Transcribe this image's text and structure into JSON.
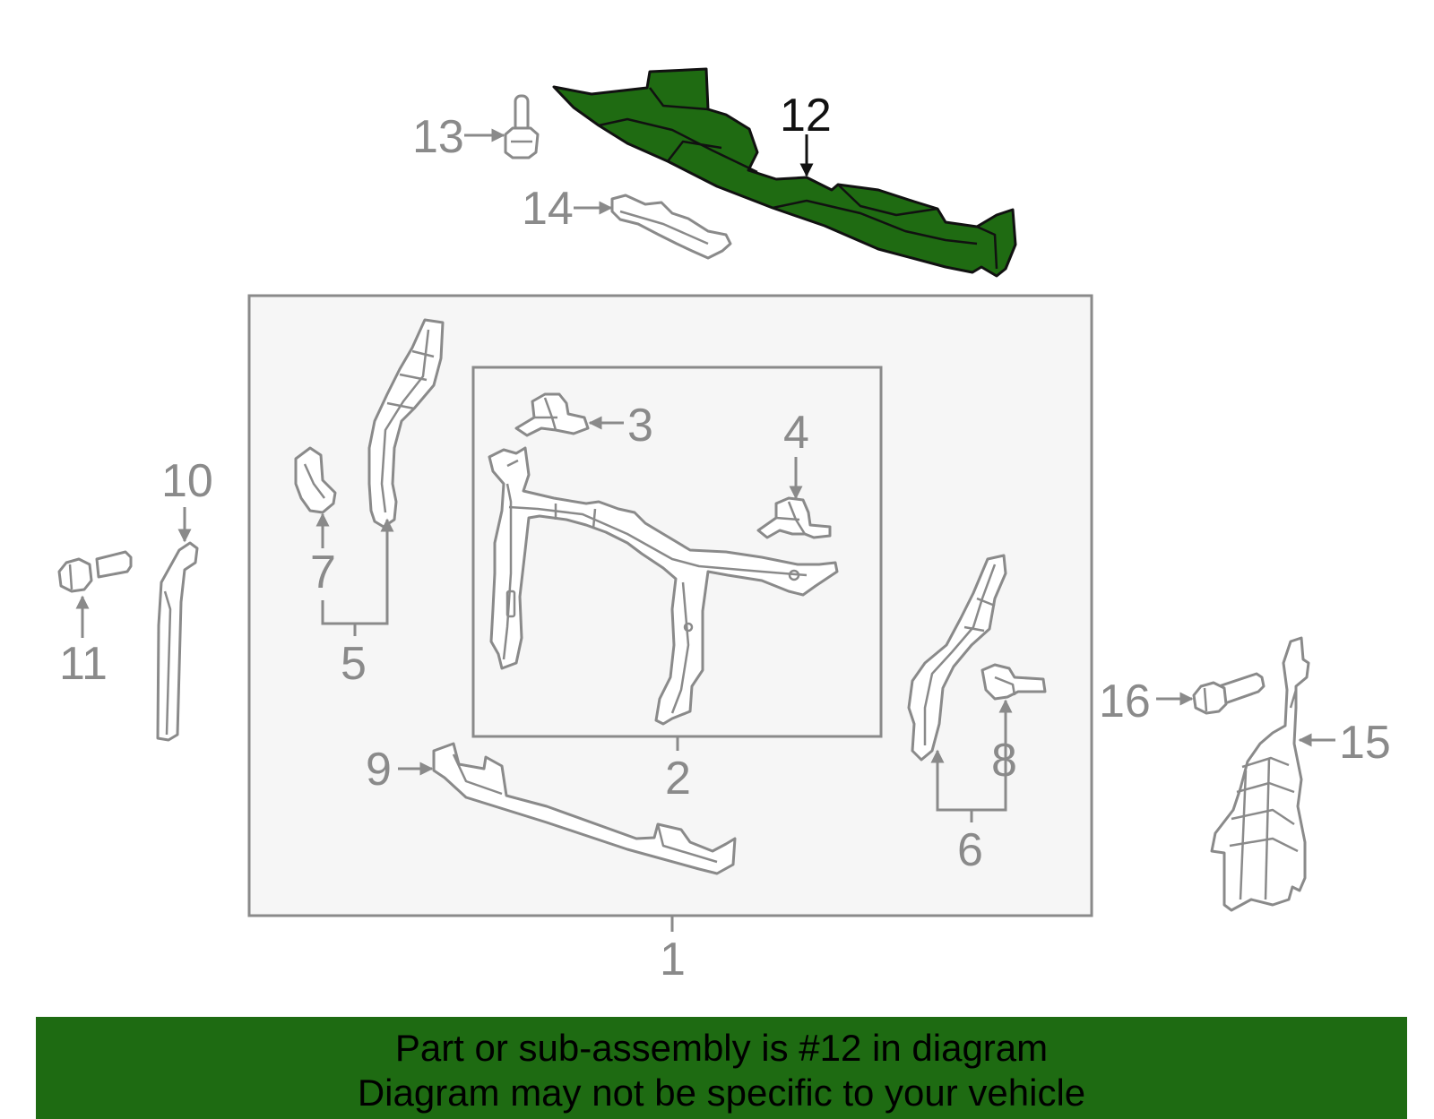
{
  "diagram": {
    "callouts": {
      "c1": "1",
      "c2": "2",
      "c3": "3",
      "c4": "4",
      "c5": "5",
      "c6": "6",
      "c7": "7",
      "c8": "8",
      "c9": "9",
      "c10": "10",
      "c11": "11",
      "c12": "12",
      "c13": "13",
      "c14": "14",
      "c15": "15",
      "c16": "16"
    },
    "highlighted_part": "12",
    "colors": {
      "highlight": "#1f6b12",
      "banner": "#1e6b12",
      "assembly_box": "#f6f6f6",
      "line_gray": "#8a8a8a"
    }
  },
  "footer": {
    "line1": "Part or sub-assembly is #12 in diagram",
    "line2": "Diagram may not be specific to your vehicle"
  }
}
